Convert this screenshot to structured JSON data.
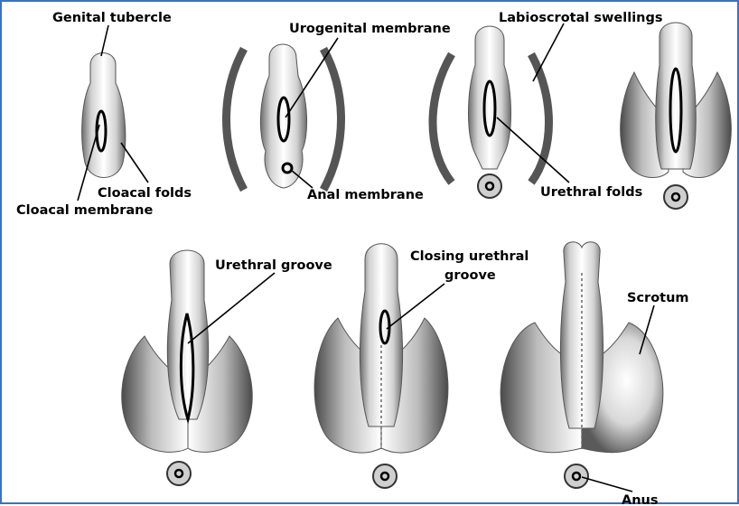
{
  "labels": {
    "genital_tubercle": "Genital tubercle",
    "urogenital_membrane": "Urogenital membrane",
    "labioscrotal_swellings": "Labioscrotal swellings",
    "cloacal_folds": "Cloacal folds",
    "cloacal_membrane": "Cloacal membrane",
    "anal_membrane": "Anal membrane",
    "urethral_folds": "Urethral folds",
    "urethral_groove": "Urethral groove",
    "closing_urethral_groove_line1": "Closing urethral",
    "closing_urethral_groove_line2": "groove",
    "scrotum": "Scrotum",
    "anus": "Anus"
  },
  "colors": {
    "border": "#3a72c4",
    "ink": "#000000",
    "shade": "#9a9a9a"
  }
}
